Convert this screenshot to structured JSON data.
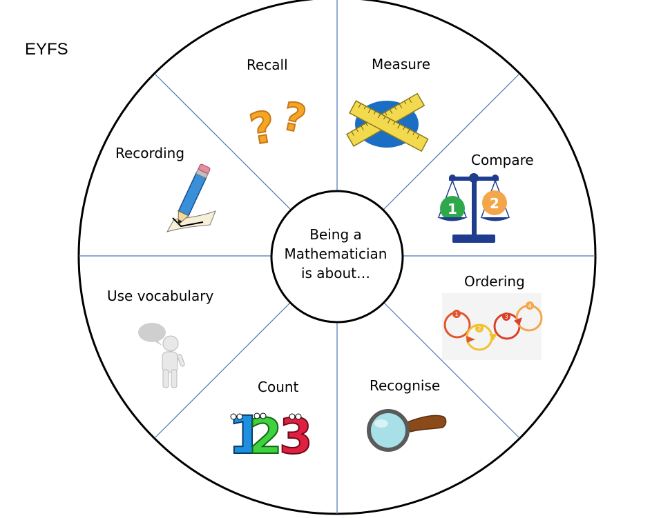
{
  "corner_label": "EYFS",
  "center": {
    "lines": [
      "Being a",
      "Mathematician",
      "is about…"
    ]
  },
  "segments": [
    {
      "id": "recall",
      "label": "Recall",
      "icon": "question-marks-icon"
    },
    {
      "id": "measure",
      "label": "Measure",
      "icon": "rulers-icon"
    },
    {
      "id": "compare",
      "label": "Compare",
      "icon": "balance-scale-icon"
    },
    {
      "id": "ordering",
      "label": "Ordering",
      "icon": "ordered-steps-icon"
    },
    {
      "id": "recognise",
      "label": "Recognise",
      "icon": "magnifying-glass-icon"
    },
    {
      "id": "count",
      "label": "Count",
      "icon": "numbers-123-icon"
    },
    {
      "id": "use-vocabulary",
      "label": "Use vocabulary",
      "icon": "speaking-person-icon"
    },
    {
      "id": "recording",
      "label": "Recording",
      "icon": "pencil-paper-icon"
    }
  ],
  "icon_text": {
    "scale_left": "1",
    "scale_right": "2",
    "steps": [
      "1",
      "2",
      "3",
      "4"
    ],
    "count_digits": [
      "1",
      "2",
      "3"
    ]
  },
  "colors": {
    "outline": "#000000",
    "divider": "#4a76b8",
    "question": "#f5a623",
    "ruler": "#f2d94e",
    "ruler_backdrop": "#1a6fc4",
    "pencil": "#3a8fd9",
    "scale": "#1f3c8f",
    "green": "#2ea84a",
    "orange": "#f3a64a",
    "red": "#e02040",
    "lens": "#a8e0e8"
  }
}
